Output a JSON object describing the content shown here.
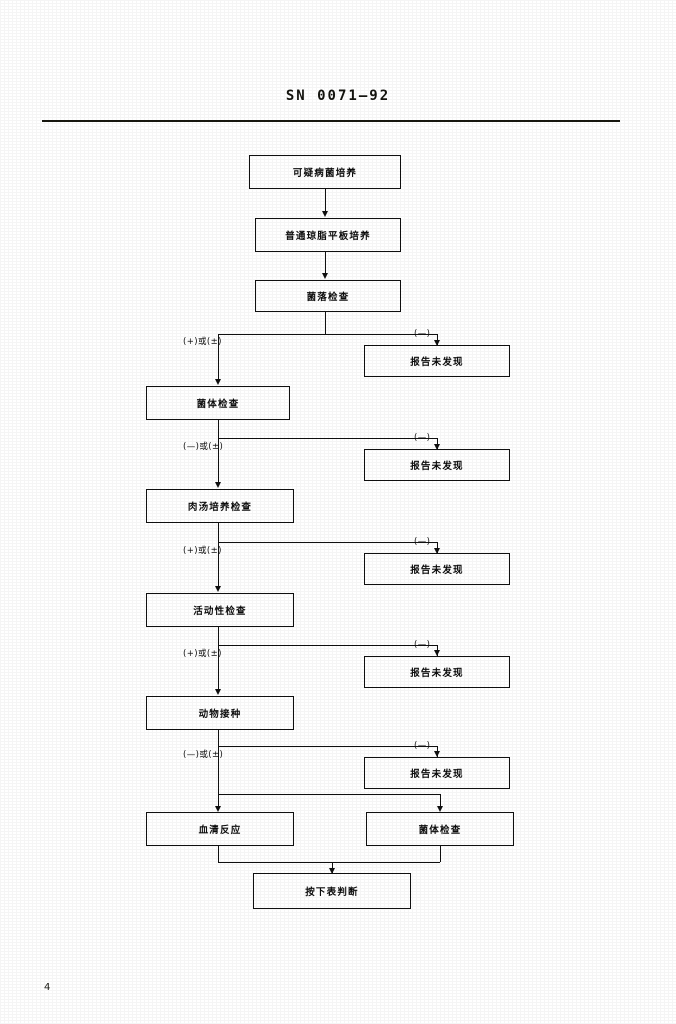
{
  "document": {
    "standard_number": "SN 0071—92",
    "page_number": "4"
  },
  "flowchart": {
    "nodes": [
      {
        "id": "n1",
        "label": "可疑病菌培养"
      },
      {
        "id": "n2",
        "label": "普通琼脂平板培养"
      },
      {
        "id": "n3",
        "label": "菌落检查"
      },
      {
        "id": "n4",
        "label": "菌体检查"
      },
      {
        "id": "n5",
        "label": "肉汤培养检查"
      },
      {
        "id": "n6",
        "label": "活动性检查"
      },
      {
        "id": "n7",
        "label": "动物接种"
      },
      {
        "id": "n8",
        "label": "血清反应"
      },
      {
        "id": "n9",
        "label": "菌体检查"
      },
      {
        "id": "n10",
        "label": "按下表判断"
      },
      {
        "id": "r1",
        "label": "报告未发现"
      },
      {
        "id": "r2",
        "label": "报告未发现"
      },
      {
        "id": "r3",
        "label": "报告未发现"
      },
      {
        "id": "r4",
        "label": "报告未发现"
      },
      {
        "id": "r5",
        "label": "报告未发现"
      }
    ],
    "branch_labels": [
      {
        "id": "b1-pos",
        "text": "(+)或(±)"
      },
      {
        "id": "b1-neg",
        "text": "(—)"
      },
      {
        "id": "b2-pos",
        "text": "(—)或(±)"
      },
      {
        "id": "b2-neg",
        "text": "(—)"
      },
      {
        "id": "b3-pos",
        "text": "(+)或(±)"
      },
      {
        "id": "b3-neg",
        "text": "(—)"
      },
      {
        "id": "b4-pos",
        "text": "(+)或(±)"
      },
      {
        "id": "b4-neg",
        "text": "(—)"
      },
      {
        "id": "b5-pos",
        "text": "(—)或(±)"
      },
      {
        "id": "b5-neg",
        "text": "(—)"
      }
    ]
  }
}
